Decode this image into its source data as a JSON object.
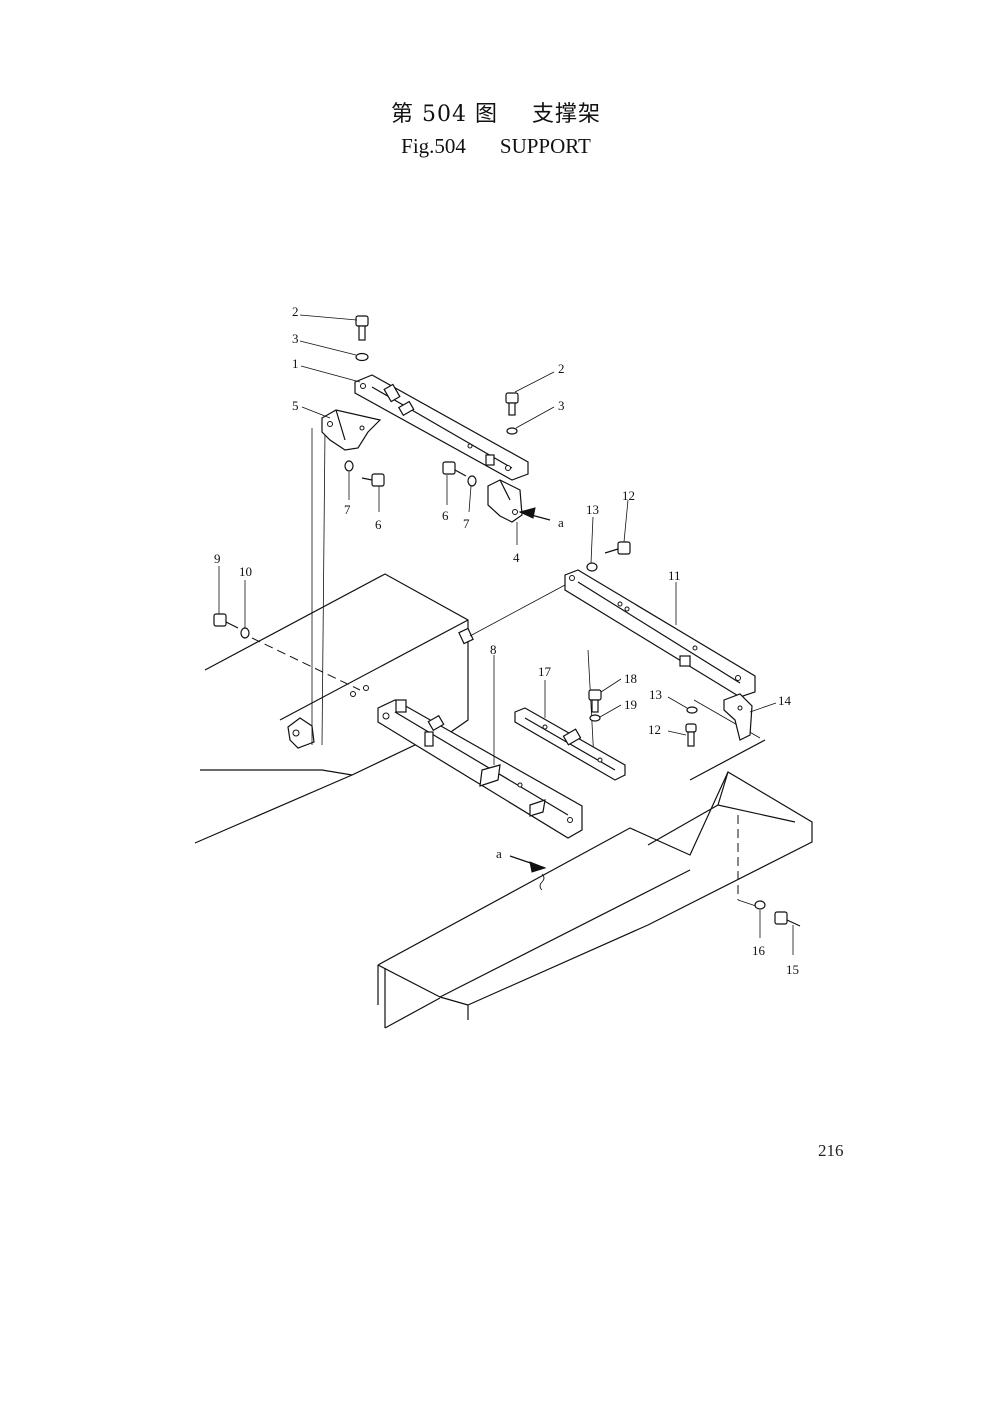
{
  "title": {
    "cn_fig": "第 504 图",
    "cn_name": "支撑架",
    "en_fig": "Fig.504",
    "en_name": "SUPPORT"
  },
  "page_number": "216",
  "callouts": [
    "1",
    "2",
    "2",
    "3",
    "3",
    "4",
    "5",
    "6",
    "6",
    "7",
    "7",
    "8",
    "9",
    "10",
    "11",
    "12",
    "12",
    "13",
    "13",
    "14",
    "15",
    "16",
    "17",
    "18",
    "19"
  ],
  "view_arrow_label": "a"
}
